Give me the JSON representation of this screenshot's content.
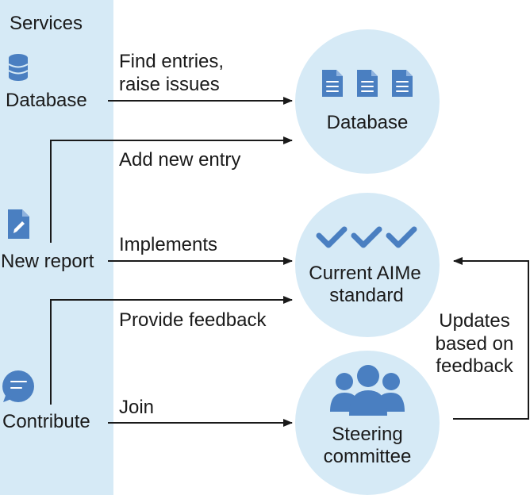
{
  "sidebar": {
    "title": "Services",
    "items": [
      {
        "icon": "database-icon",
        "label": "Database"
      },
      {
        "icon": "document-edit-icon",
        "label": "New report"
      },
      {
        "icon": "chat-bubble-icon",
        "label": "Contribute"
      }
    ]
  },
  "nodes": {
    "database": {
      "label": "Database",
      "icon": "document-icon"
    },
    "standard": {
      "line1": "Current AIMe",
      "line2": "standard",
      "icon": "checkmark-icon"
    },
    "committee": {
      "line1": "Steering",
      "line2": "committee",
      "icon": "people-group-icon"
    }
  },
  "edges": {
    "find_entries": {
      "line1": "Find entries,",
      "line2": "raise issues"
    },
    "add_entry": "Add new entry",
    "implements": "Implements",
    "provide_feedback": "Provide feedback",
    "join": "Join",
    "updates": {
      "line1": "Updates",
      "line2": "based on",
      "line3": "feedback"
    }
  },
  "colors": {
    "panel": "#d6eaf6",
    "icon": "#4a7fc1",
    "line": "#1a1a1a"
  }
}
